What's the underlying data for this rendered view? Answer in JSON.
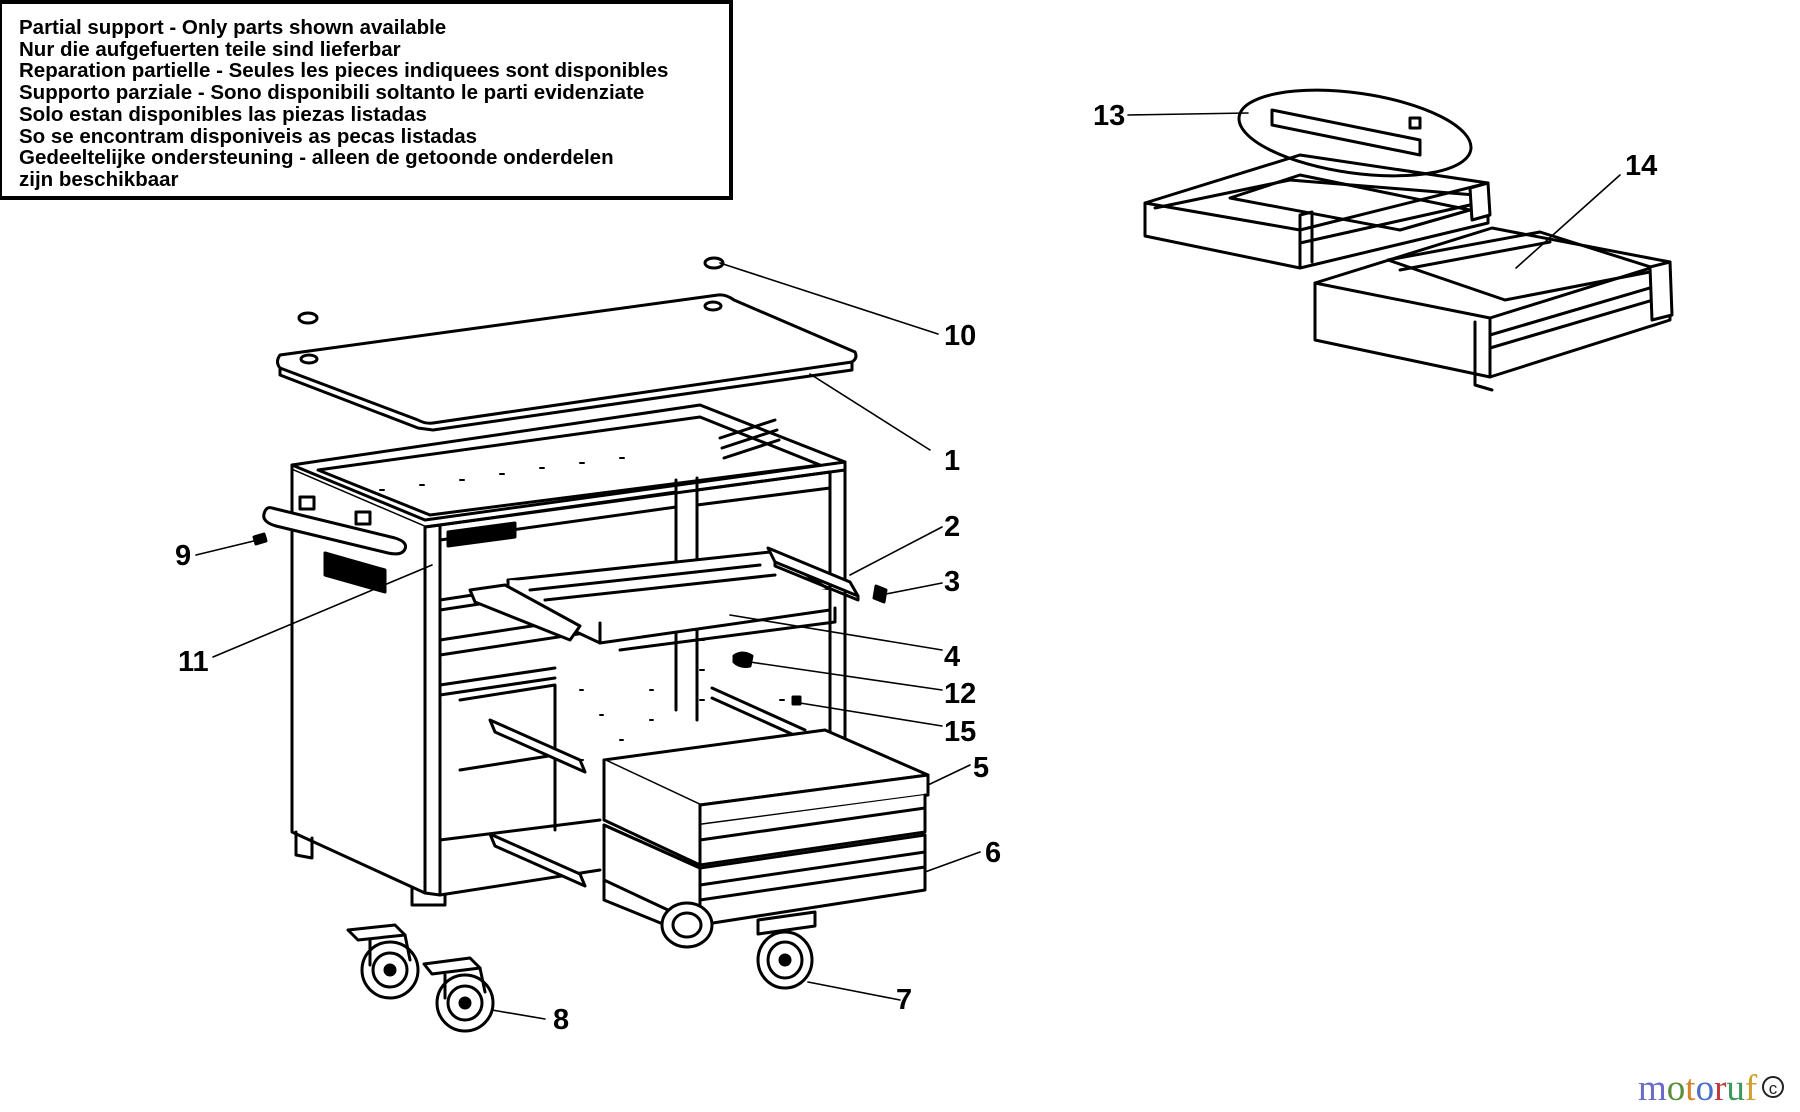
{
  "notice": {
    "lines": [
      "Partial support - Only parts shown available",
      "Nur die aufgefuerten teile sind lieferbar",
      "Reparation partielle - Seules les pieces indiquees sont disponibles",
      "Supporto parziale - Sono disponibili soltanto le parti evidenziate",
      "Solo estan disponibles las piezas listadas",
      "So se encontram disponiveis as pecas listadas",
      "Gedeeltelijke ondersteuning - alleen de getoonde onderdelen",
      "zijn beschikbaar"
    ]
  },
  "callouts": {
    "c1": "1",
    "c2": "2",
    "c3": "3",
    "c4": "4",
    "c5": "5",
    "c6": "6",
    "c7": "7",
    "c8": "8",
    "c9": "9",
    "c10": "10",
    "c11": "11",
    "c12": "12",
    "c13": "13",
    "c14": "14",
    "c15": "15"
  },
  "watermark": {
    "text": "motoruf",
    "letter_colors": [
      "#6b6bc9",
      "#5a8f3a",
      "#d4842a",
      "#4a6fc8",
      "#c23a3a",
      "#3a9a5a",
      "#d0a030"
    ]
  }
}
